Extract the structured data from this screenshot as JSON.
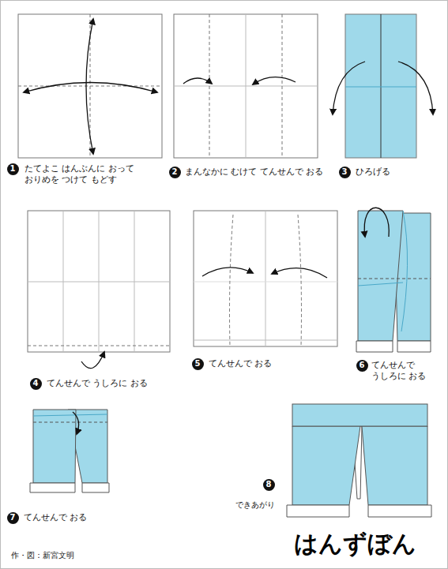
{
  "diagram": {
    "title": "はんずぼん",
    "nodes": [
      {
        "text": [
          "1"
        ]
      },
      {
        "text": [
          "2"
        ]
      },
      {
        "text": [
          "3"
        ]
      },
      {
        "text": [
          "4"
        ]
      },
      {
        "text": [
          "5"
        ]
      },
      {
        "text": [
          "6"
        ]
      },
      {
        "text": [
          "7"
        ]
      },
      {
        "text": [
          "8"
        ]
      }
    ],
    "labels": [
      "たてよこ はんぶんに おって おりめを つけて もどす",
      "まんなかに むけて てんせんで おる",
      "ひろげる",
      "てんせんで うしろに おる",
      "てんせんで おる",
      "てんせんで うしろに おる",
      "てんせんで おる",
      "できあがり",
      "作・図：新宮文明"
    ]
  }
}
